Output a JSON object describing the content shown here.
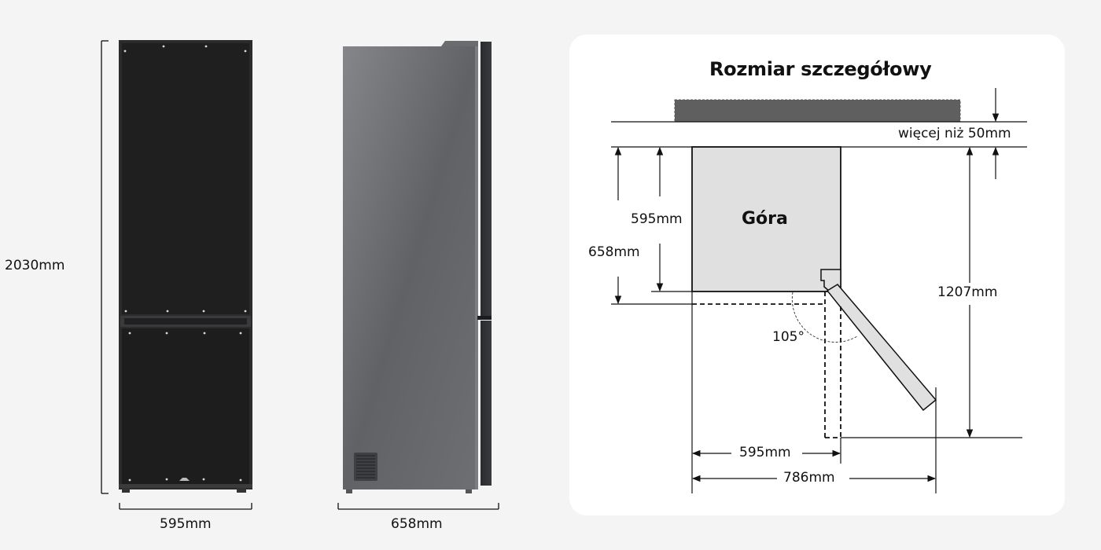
{
  "front_view": {
    "height_label": "2030mm",
    "width_label": "595mm",
    "color": "#1e1e1e"
  },
  "side_view": {
    "depth_label": "658mm",
    "color": "#6a6b6d"
  },
  "detail_panel": {
    "title": "Rozmiar szczegółowy",
    "top_label": "Góra",
    "clearance_label": "więcej niż 50mm",
    "depth_body_label": "595mm",
    "depth_total_label": "658mm",
    "door_angle_label": "105°",
    "open_depth_label": "1207mm",
    "width_label": "595mm",
    "open_width_label": "786mm"
  },
  "colors": {
    "background": "#f4f4f4",
    "card": "#ffffff",
    "body_fill": "#e0e0e0",
    "wall_fill": "#606060",
    "line": "#111111"
  }
}
